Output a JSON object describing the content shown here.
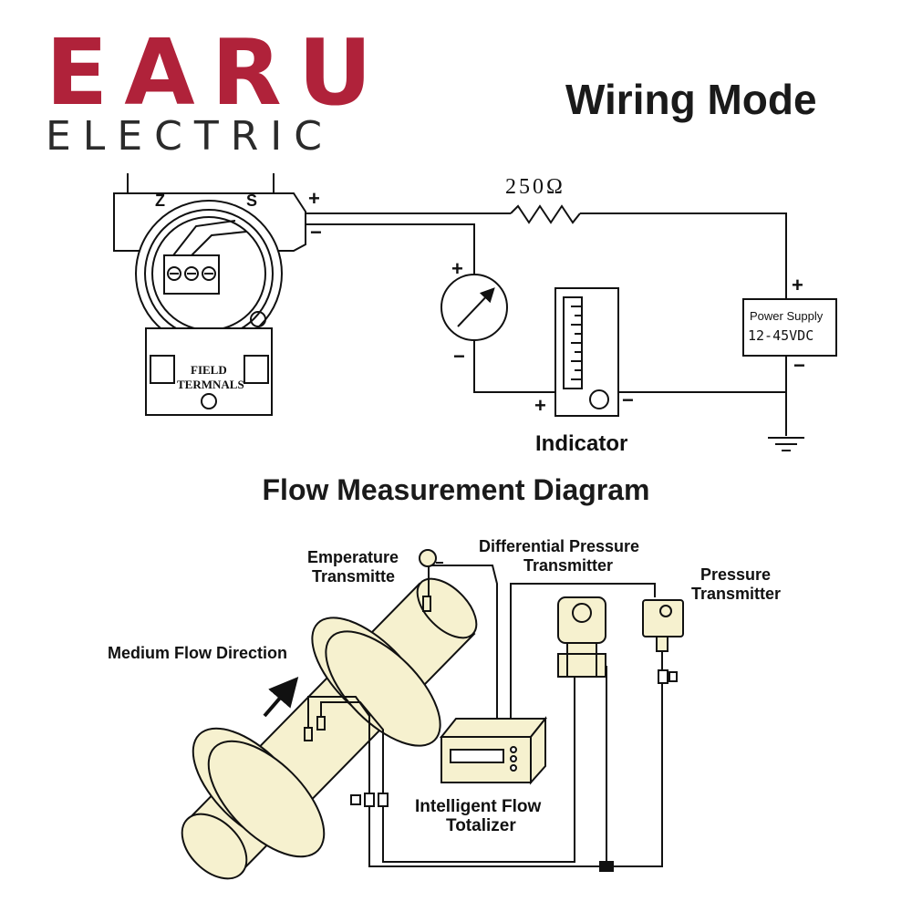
{
  "brand": {
    "logo_main": "EARU",
    "logo_sub": "ELECTRIC",
    "colors": {
      "primary": "#b0223a",
      "secondary": "#2b2b2b"
    }
  },
  "wiring": {
    "heading": "Wiring Mode",
    "resistor_label": "250Ω",
    "transmitter": {
      "terminal_z": "Z",
      "terminal_s": "S",
      "plus": "+",
      "minus": "−",
      "field_label_line1": "FIELD",
      "field_label_line2": "TERMNALS"
    },
    "meter": {
      "plus": "+",
      "minus": "−"
    },
    "indicator": {
      "label": "Indicator",
      "plus": "+",
      "minus": "−"
    },
    "power_supply": {
      "line1": "Power Supply",
      "line2": "12-45VDC",
      "plus": "+",
      "minus": "−"
    }
  },
  "flow": {
    "heading": "Flow Measurement Diagram",
    "labels": {
      "temperature_line1": "Emperature",
      "temperature_line2": "Transmitte",
      "dp_line1": "Differential Pressure",
      "dp_line2": "Transmitter",
      "pressure_line1": "Pressure",
      "pressure_line2": "Transmitter",
      "flow_direction": "Medium Flow Direction",
      "totalizer_line1": "Intelligent Flow",
      "totalizer_line2": "Totalizer"
    },
    "pipe_color": "#f6f1cf"
  }
}
